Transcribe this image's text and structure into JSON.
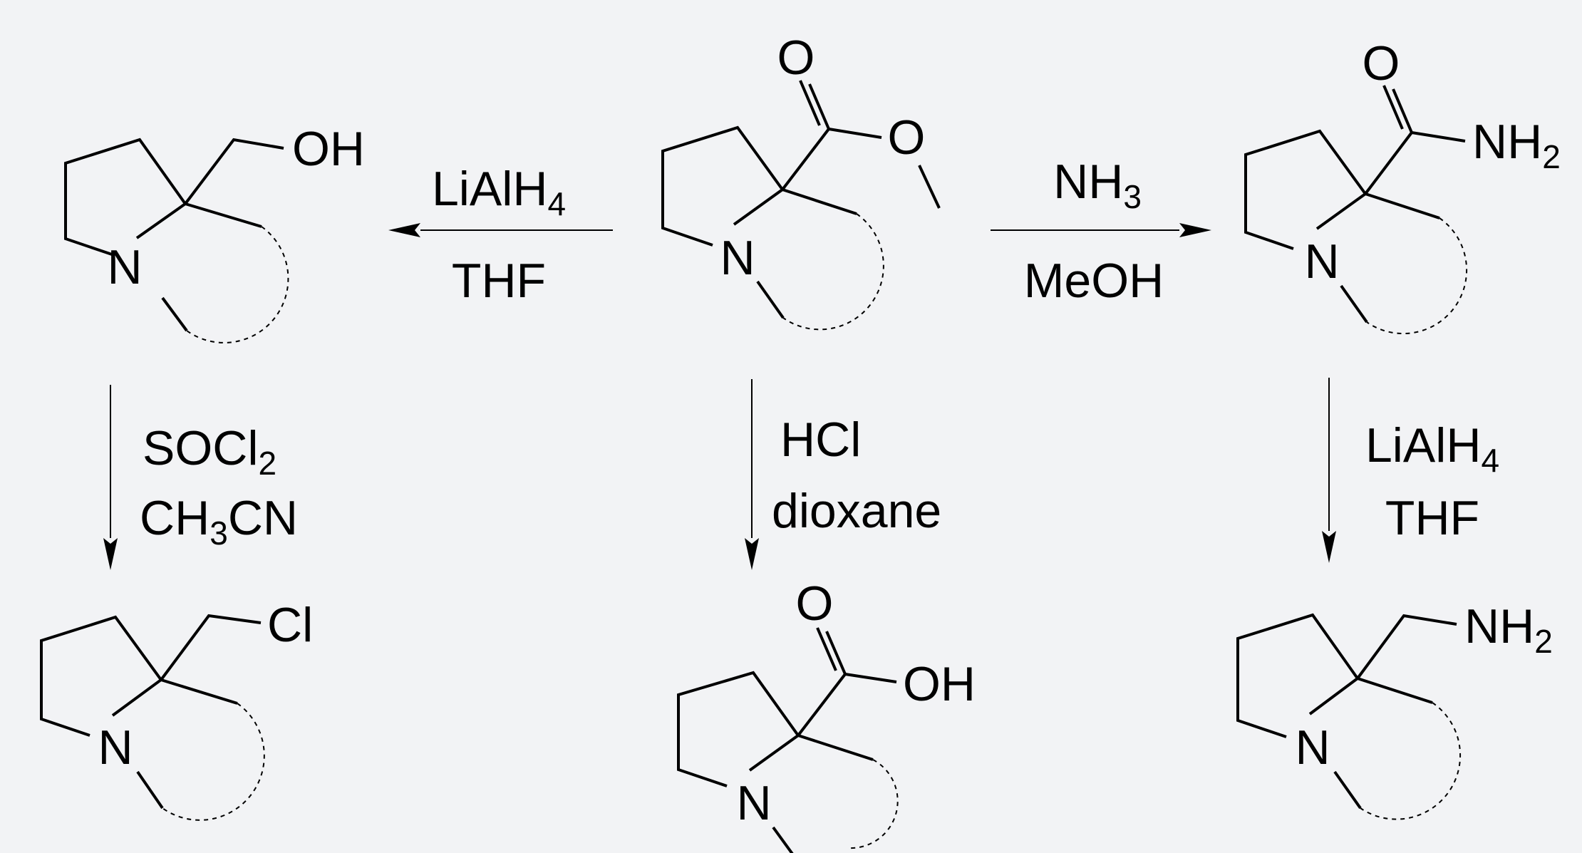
{
  "molecules": {
    "alcohol": {
      "n": "N",
      "group_label": "OH"
    },
    "ester": {
      "n": "N",
      "carbonyl_o": "O",
      "ether_o": "O"
    },
    "amide": {
      "n": "N",
      "carbonyl_o": "O",
      "group_label": "NH",
      "group_sub": "2"
    },
    "chloride": {
      "n": "N",
      "group_label": "Cl"
    },
    "acid": {
      "n": "N",
      "carbonyl_o": "O",
      "group_label": "OH"
    },
    "amine": {
      "n": "N",
      "group_label": "NH",
      "group_sub": "2"
    }
  },
  "reagents": {
    "ester_to_alcohol": {
      "top": "LiAlH",
      "top_sub": "4",
      "bottom": "THF"
    },
    "ester_to_amide": {
      "top": "NH",
      "top_sub": "3",
      "bottom": "MeOH"
    },
    "alcohol_to_chloride": {
      "top": "SOCl",
      "top_sub": "2",
      "bottom_a": "CH",
      "bottom_sub": "3",
      "bottom_b": "CN"
    },
    "ester_to_acid": {
      "top": "HCl",
      "bottom": "dioxane"
    },
    "amide_to_amine": {
      "top": "LiAlH",
      "top_sub": "4",
      "bottom": "THF"
    }
  }
}
